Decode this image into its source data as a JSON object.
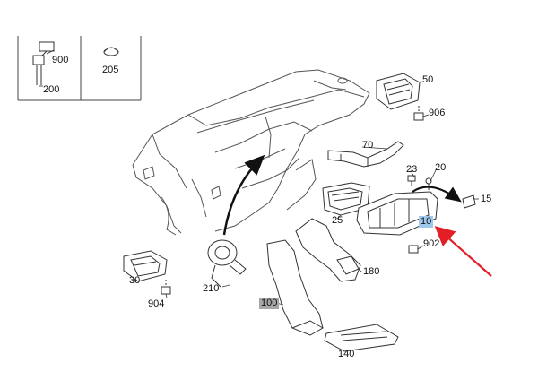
{
  "parts": {
    "p900": "900",
    "p200": "200",
    "p205": "205",
    "p50": "50",
    "p906": "906",
    "p70": "70",
    "p23": "23",
    "p20": "20",
    "p15": "15",
    "p25": "25",
    "p10": "10",
    "p902": "902",
    "p180": "180",
    "p30": "30",
    "p904": "904",
    "p210": "210",
    "p100": "100",
    "p140": "140"
  },
  "colors": {
    "line": "#333333",
    "highlight_part": "#9ec9ec",
    "highlight_grey": "#a6a6a6",
    "pointer_arrow": "#e41e26"
  }
}
